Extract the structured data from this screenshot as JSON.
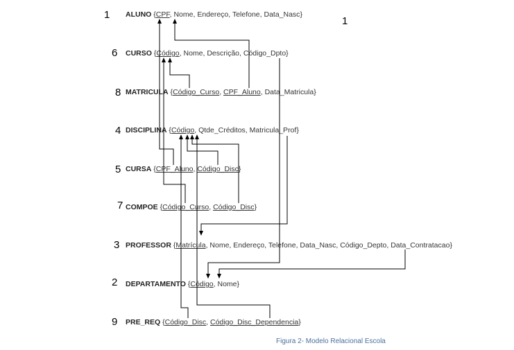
{
  "relations": [
    {
      "id": "aluno",
      "number": "1",
      "name": "ALUNO",
      "attributes": [
        {
          "text": "CPF",
          "key": true
        },
        {
          "text": "Nome",
          "key": false
        },
        {
          "text": "Endereço",
          "key": false
        },
        {
          "text": "Telefone",
          "key": false
        },
        {
          "text": "Data_Nasc",
          "key": false
        }
      ]
    },
    {
      "id": "curso",
      "number": "6",
      "name": "CURSO",
      "attributes": [
        {
          "text": "Código",
          "key": true
        },
        {
          "text": "Nome",
          "key": false
        },
        {
          "text": "Descrição",
          "key": false
        },
        {
          "text": "Código_Dpto",
          "key": false
        }
      ]
    },
    {
      "id": "matricula",
      "number": "8",
      "name": "MATRICULA",
      "attributes": [
        {
          "text": "Código_Curso",
          "key": true
        },
        {
          "text": "CPF_Aluno",
          "key": true
        },
        {
          "text": "Data_Matricula",
          "key": false
        }
      ]
    },
    {
      "id": "disciplina",
      "number": "4",
      "name": "DISCIPLINA",
      "attributes": [
        {
          "text": "Código",
          "key": true
        },
        {
          "text": "Qtde_Créditos",
          "key": false
        },
        {
          "text": "Matricula_Prof",
          "key": false
        }
      ]
    },
    {
      "id": "cursa",
      "number": "5",
      "name": "CURSA",
      "attributes": [
        {
          "text": "CPF_Aluno",
          "key": true
        },
        {
          "text": "Código_Disc",
          "key": true
        }
      ]
    },
    {
      "id": "compoe",
      "number": "7",
      "name": "COMPOE",
      "attributes": [
        {
          "text": "Código_Curso",
          "key": true
        },
        {
          "text": "Código_Disc",
          "key": true
        }
      ]
    },
    {
      "id": "professor",
      "number": "3",
      "name": "PROFESSOR",
      "attributes": [
        {
          "text": "Matrícula",
          "key": true
        },
        {
          "text": "Nome",
          "key": false
        },
        {
          "text": "Endereço",
          "key": false
        },
        {
          "text": "Telefone",
          "key": false
        },
        {
          "text": "Data_Nasc",
          "key": false
        },
        {
          "text": "Código_Depto",
          "key": false
        },
        {
          "text": "Data_Contratacao",
          "key": false
        }
      ]
    },
    {
      "id": "departamento",
      "number": "2",
      "name": "DEPARTAMENTO",
      "attributes": [
        {
          "text": "Código",
          "key": true
        },
        {
          "text": "Nome",
          "key": false
        }
      ]
    },
    {
      "id": "pre_req",
      "number": "9",
      "name": "PRE_REQ",
      "attributes": [
        {
          "text": "Código_Disc",
          "key": true
        },
        {
          "text": "Código_Disc_Dependencia",
          "key": true
        }
      ]
    }
  ],
  "extra_number": "1",
  "caption": "Figura 2- Modelo Relacional Escola"
}
